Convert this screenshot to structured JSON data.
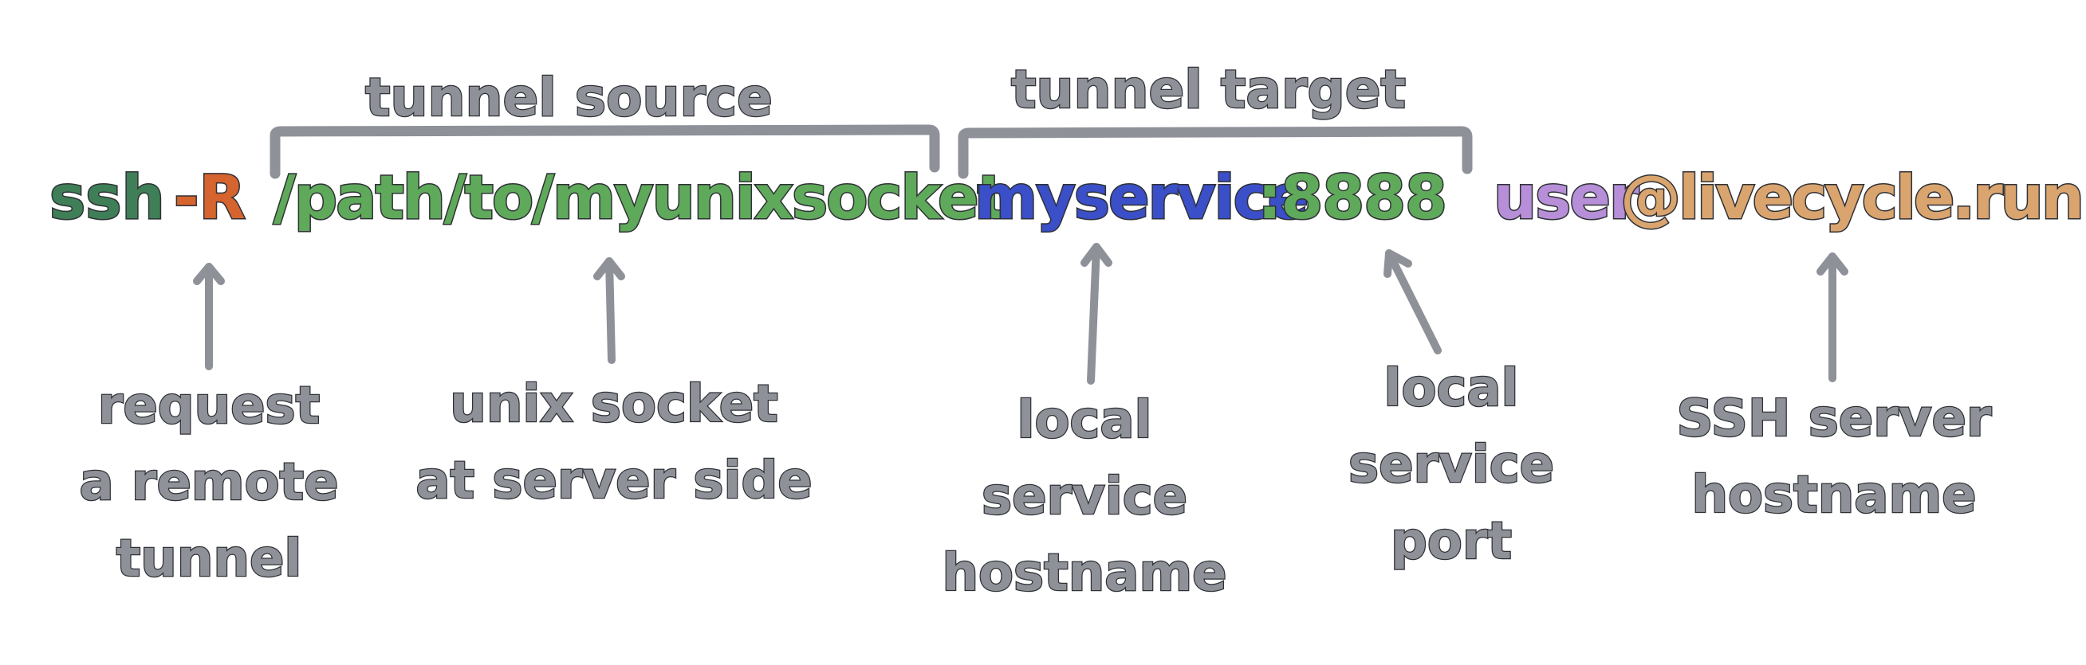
{
  "command": {
    "ssh": "ssh",
    "flag": "-R",
    "source_path": "/path/to/myunixsocket",
    "target_host": "myservice",
    "target_port": ":8888",
    "user": "user",
    "host": "@livecycle.run"
  },
  "braces": {
    "source_label": "tunnel source",
    "target_label": "tunnel target"
  },
  "annotations": {
    "request_remote_tunnel": [
      "request",
      "a remote",
      "tunnel"
    ],
    "unix_socket": [
      "unix socket",
      "at server side"
    ],
    "local_service_hostname": [
      "local",
      "service",
      "hostname"
    ],
    "local_service_port": [
      "local",
      "service",
      "port"
    ],
    "ssh_server_hostname": [
      "SSH server",
      "hostname"
    ]
  },
  "colors": {
    "ssh": "#3f7f57",
    "flag": "#d5642e",
    "path": "#5fa95a",
    "service": "#3a4fc8",
    "port": "#5fa95a",
    "user": "#b78ed8",
    "host": "#d9a46e",
    "annotation": "#8f9199",
    "outline": "#2f3136"
  }
}
